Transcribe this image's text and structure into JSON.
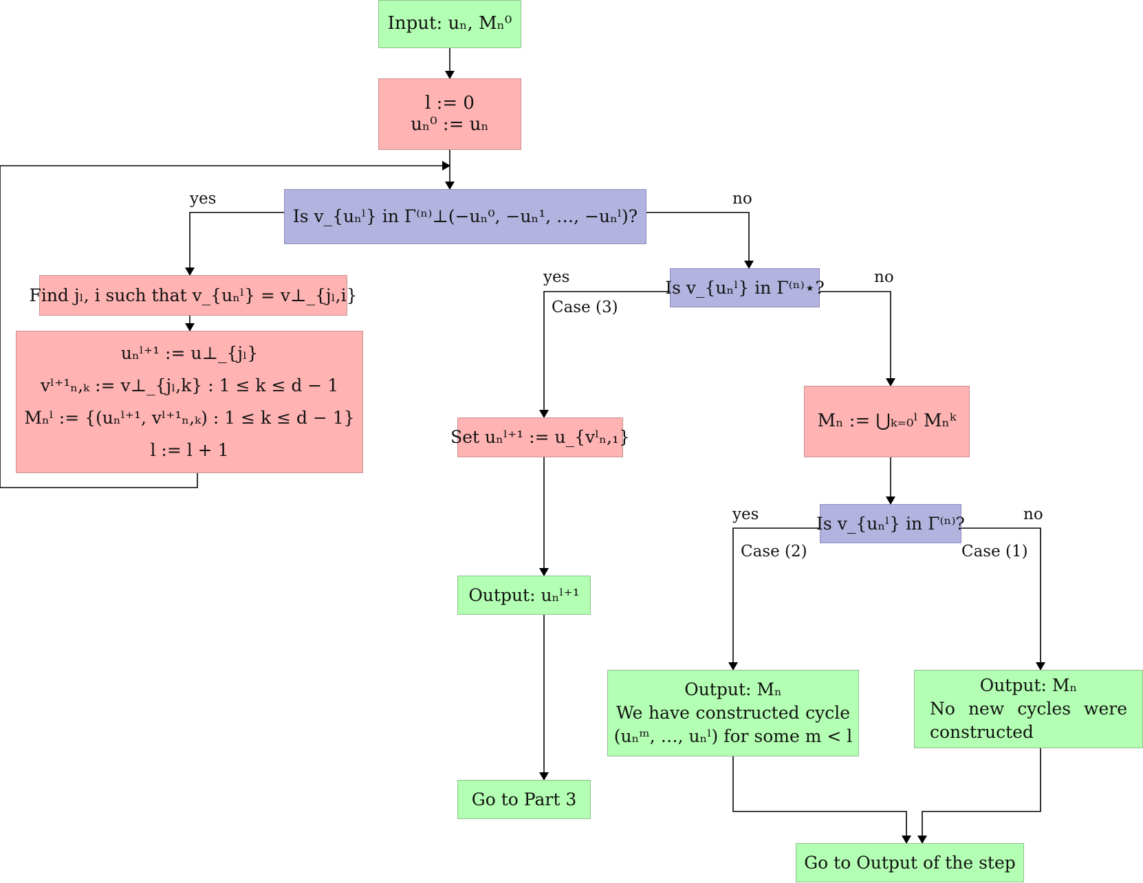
{
  "nodes": {
    "input": {
      "lines": [
        "Input: uₙ, Mₙ⁰"
      ]
    },
    "init": {
      "lines": [
        "l := 0",
        "uₙ⁰ := uₙ"
      ]
    },
    "decision_perp": {
      "lines": [
        "Is v_{uₙˡ} in Γ⁽ⁿ⁾⊥(−uₙ⁰, −uₙ¹, …, −uₙˡ)?"
      ]
    },
    "find": {
      "lines": [
        "Find jₗ, i such that v_{uₙˡ} = v⊥_{jₗ,i}"
      ]
    },
    "update": {
      "lines": [
        "uₙˡ⁺¹ := u⊥_{jₗ}",
        "vˡ⁺¹ₙ,ₖ := v⊥_{jₗ,k} : 1 ≤ k ≤ d − 1",
        "Mₙˡ := {(uₙˡ⁺¹, vˡ⁺¹ₙ,ₖ) : 1 ≤ k ≤ d − 1}",
        "l := l + 1"
      ]
    },
    "decision_star": {
      "lines": [
        "Is v_{uₙˡ} in Γ⁽ⁿ⁾⋆?"
      ]
    },
    "set": {
      "lines": [
        "Set uₙˡ⁺¹ := u_{vˡₙ,₁}"
      ]
    },
    "output_u": {
      "lines": [
        "Output: uₙˡ⁺¹"
      ]
    },
    "goto3": {
      "lines": [
        "Go to Part 3"
      ]
    },
    "union": {
      "lines": [
        "Mₙ := ⋃ₖ₌₀ˡ Mₙᵏ"
      ]
    },
    "decision_gamma": {
      "lines": [
        "Is v_{uₙˡ} in Γ⁽ⁿ⁾?"
      ]
    },
    "out_case2": {
      "lines": [
        "Output: Mₙ",
        "We have constructed cycle",
        "(uₙᵐ, …, uₙˡ) for some m < l"
      ]
    },
    "out_case1": {
      "lines": [
        "Output: Mₙ",
        "No new cycles were",
        "constructed"
      ]
    },
    "goto_output": {
      "lines": [
        "Go to Output of the step"
      ]
    }
  },
  "edge_labels": {
    "perp_yes": "yes",
    "perp_no": "no",
    "star_yes": "yes",
    "star_no": "no",
    "case3": "Case (3)",
    "gamma_yes": "yes",
    "gamma_no": "no",
    "case2": "Case (2)",
    "case1": "Case (1)"
  },
  "colors": {
    "process_green": "#b3ffb3",
    "process_red": "#ffb3b3",
    "decision_blue": "#b3b3e0",
    "edge": "#000000"
  }
}
